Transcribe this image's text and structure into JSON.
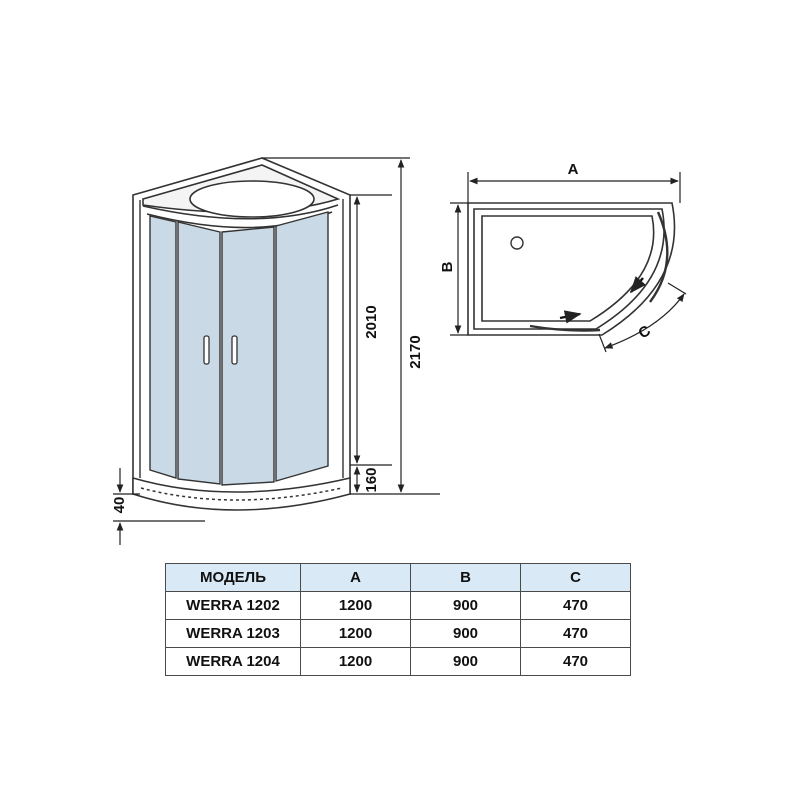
{
  "dimensions": {
    "front_height_total": "2170",
    "front_height_cabin": "2010",
    "front_height_base": "160",
    "front_height_tray": "40",
    "plan_width_label": "A",
    "plan_depth_label": "B",
    "plan_door_label": "C"
  },
  "table": {
    "headers": [
      "МОДЕЛЬ",
      "A",
      "B",
      "C"
    ],
    "rows": [
      [
        "WERRA 1202",
        "1200",
        "900",
        "470"
      ],
      [
        "WERRA 1203",
        "1200",
        "900",
        "470"
      ],
      [
        "WERRA 1204",
        "1200",
        "900",
        "470"
      ]
    ]
  },
  "colors": {
    "line": "#333333",
    "glass": "#c9d9e6",
    "header_fill": "#d9eaf6"
  }
}
